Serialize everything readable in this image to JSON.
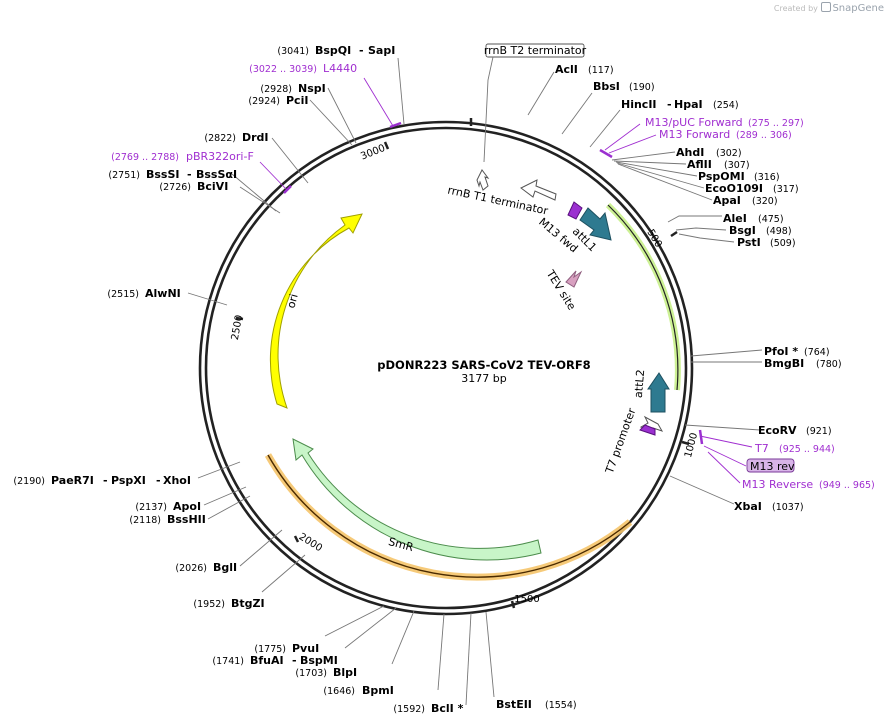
{
  "credit": {
    "prefix": "Created by",
    "brand": "SnapGene"
  },
  "plasmid": {
    "name": "pDONR223 SARS-CoV2 TEV-ORF8",
    "length": "3177 bp",
    "size_bp": 3177
  },
  "ticks": [
    "500",
    "1000",
    "1500",
    "2000",
    "2500",
    "3000"
  ],
  "features": [
    {
      "label": "ori",
      "color": "#ffff00",
      "stroke": "#a0a000"
    },
    {
      "label": "SmR",
      "color": "#c8f5c8",
      "stroke": "#4c8c4c"
    },
    {
      "label": "attL1",
      "color": "#2e7a90",
      "stroke": "#1d5060"
    },
    {
      "label": "attL2",
      "color": "#2e7a90",
      "stroke": "#1d5060"
    },
    {
      "label": "TEV site",
      "color": "#d8a0c0",
      "stroke": "#906080"
    },
    {
      "label": "rrnB T1 terminator",
      "color": "#ffffff",
      "stroke": "#555555"
    },
    {
      "label": "T7 promoter",
      "color": "#ffffff",
      "stroke": "#555555"
    },
    {
      "label": "M13 fwd",
      "color": "#9b30d0",
      "stroke": "#5a1080"
    }
  ],
  "boxed_features": [
    "rrnB T2 terminator"
  ],
  "enzymes": [
    {
      "name": "AclI",
      "pos": "(117)"
    },
    {
      "name": "BbsI",
      "pos": "(190)"
    },
    {
      "name": "HincII",
      "name2": "HpaI",
      "pos": "(254)"
    },
    {
      "name": "AhdI",
      "pos": "(302)"
    },
    {
      "name": "AflII",
      "pos": "(307)"
    },
    {
      "name": "PspOMI",
      "pos": "(316)"
    },
    {
      "name": "EcoO109I",
      "pos": "(317)"
    },
    {
      "name": "ApaI",
      "pos": "(320)"
    },
    {
      "name": "AleI",
      "pos": "(475)"
    },
    {
      "name": "BsgI",
      "pos": "(498)"
    },
    {
      "name": "PstI",
      "pos": "(509)"
    },
    {
      "name": "PfoI *",
      "pos": "(764)"
    },
    {
      "name": "BmgBI",
      "pos": "(780)"
    },
    {
      "name": "EcoRV",
      "pos": "(921)"
    },
    {
      "name": "XbaI",
      "pos": "(1037)"
    },
    {
      "name": "BstEII",
      "pos": "(1554)"
    },
    {
      "name": "BclI *",
      "pos": "(1592)"
    },
    {
      "name": "BpmI",
      "pos": "(1646)"
    },
    {
      "name": "BlpI",
      "pos": "(1703)"
    },
    {
      "name": "BfuAI",
      "name2": "BspMI",
      "pos": "(1741)"
    },
    {
      "name": "PvuI",
      "pos": "(1775)"
    },
    {
      "name": "BtgZI",
      "pos": "(1952)"
    },
    {
      "name": "BglI",
      "pos": "(2026)"
    },
    {
      "name": "BssHII",
      "pos": "(2118)"
    },
    {
      "name": "ApoI",
      "pos": "(2137)"
    },
    {
      "name": "PaeR7I",
      "name2": "PspXI",
      "name3": "XhoI",
      "pos": "(2190)"
    },
    {
      "name": "AlwNI",
      "pos": "(2515)"
    },
    {
      "name": "BciVI",
      "pos": "(2726)"
    },
    {
      "name": "BssSI",
      "name2": "BssSαI",
      "pos": "(2751)"
    },
    {
      "name": "DrdI",
      "pos": "(2822)"
    },
    {
      "name": "PciI",
      "pos": "(2924)"
    },
    {
      "name": "NspI",
      "pos": "(2928)"
    },
    {
      "name": "BspQI",
      "name2": "SapI",
      "pos": "(3041)"
    }
  ],
  "primers": [
    {
      "name": "M13/pUC Forward",
      "range": "(275 .. 297)"
    },
    {
      "name": "M13 Forward",
      "range": "(289 .. 306)"
    },
    {
      "name": "T7",
      "range": "(925 .. 944)"
    },
    {
      "name": "M13 rev",
      "range": ""
    },
    {
      "name": "M13 Reverse",
      "range": "(949 .. 965)"
    },
    {
      "name": "pBR322ori-F",
      "range": "(2769 .. 2788)"
    },
    {
      "name": "L4440",
      "range": "(3022 .. 3039)"
    }
  ]
}
